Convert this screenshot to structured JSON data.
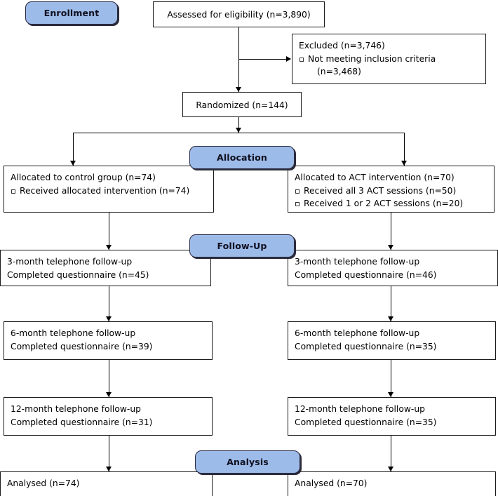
{
  "diagram": {
    "title": "CONSORT participant flow diagram",
    "accent_color": "#9dbbe9",
    "line_color": "#000000",
    "box_border_color": "#1a1a1a"
  },
  "stages": {
    "enrollment": "Enrollment",
    "allocation": "Allocation",
    "followup": "Follow-Up",
    "analysis": "Analysis"
  },
  "enrollment": {
    "assessed": "Assessed for eligibility (n=3,890)",
    "excluded_title": "Excluded (n=3,746)",
    "excluded_reason": "Not meeting inclusion criteria",
    "excluded_reason_n": "(n=3,468)",
    "randomized": "Randomized (n=144)"
  },
  "control_arm": {
    "allocated": "Allocated to control group (n=74)",
    "allocated_detail": "Received allocated intervention (n=74)",
    "fu3_line1": "3-month telephone follow-up",
    "fu3_line2": "Completed questionnaire (n=45)",
    "fu6_line1": "6-month telephone follow-up",
    "fu6_line2": "Completed questionnaire (n=39)",
    "fu12_line1": "12-month telephone follow-up",
    "fu12_line2": "Completed questionnaire (n=31)",
    "analysed": "Analysed (n=74)"
  },
  "intervention_arm": {
    "allocated": "Allocated to ACT intervention (n=70)",
    "allocated_detail_1": "Received all 3 ACT sessions (n=50)",
    "allocated_detail_2": "Received 1 or 2 ACT sessions (n=20)",
    "fu3_line1": "3-month telephone follow-up",
    "fu3_line2": "Completed questionnaire (n=46)",
    "fu6_line1": "6-month telephone follow-up",
    "fu6_line2": "Completed questionnaire (n=35)",
    "fu12_line1": "12-month telephone follow-up",
    "fu12_line2": "Completed questionnaire (n=35)",
    "analysed": "Analysed (n=70)"
  }
}
